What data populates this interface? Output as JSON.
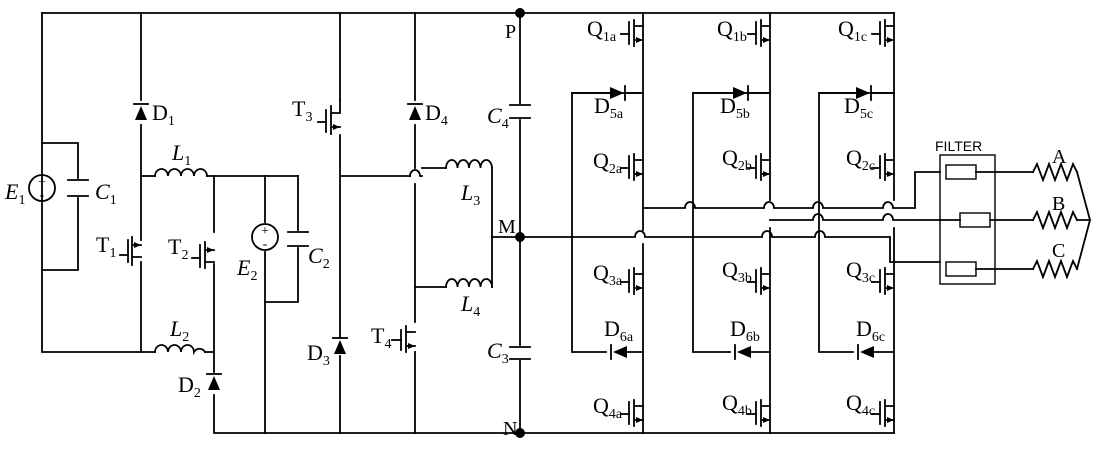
{
  "nodes": {
    "p": "P",
    "m": "M",
    "n": "N"
  },
  "sources": {
    "e1": {
      "main": "E",
      "sub": "1"
    },
    "e2": {
      "main": "E",
      "sub": "2"
    }
  },
  "capacitors": {
    "c1": {
      "main": "C",
      "sub": "1"
    },
    "c2": {
      "main": "C",
      "sub": "2"
    },
    "c3": {
      "main": "C",
      "sub": "3"
    },
    "c4": {
      "main": "C",
      "sub": "4"
    }
  },
  "inductors": {
    "l1": {
      "main": "L",
      "sub": "1"
    },
    "l2": {
      "main": "L",
      "sub": "2"
    },
    "l3": {
      "main": "L",
      "sub": "3"
    },
    "l4": {
      "main": "L",
      "sub": "4"
    }
  },
  "switches": {
    "t1": {
      "main": "T",
      "sub": "1"
    },
    "t2": {
      "main": "T",
      "sub": "2"
    },
    "t3": {
      "main": "T",
      "sub": "3"
    },
    "t4": {
      "main": "T",
      "sub": "4"
    }
  },
  "diodes": {
    "d1": {
      "main": "D",
      "sub": "1"
    },
    "d2": {
      "main": "D",
      "sub": "2"
    },
    "d3": {
      "main": "D",
      "sub": "3"
    },
    "d4": {
      "main": "D",
      "sub": "4"
    },
    "d5a": {
      "main": "D",
      "sub": "5a"
    },
    "d5b": {
      "main": "D",
      "sub": "5b"
    },
    "d5c": {
      "main": "D",
      "sub": "5c"
    },
    "d6a": {
      "main": "D",
      "sub": "6a"
    },
    "d6b": {
      "main": "D",
      "sub": "6b"
    },
    "d6c": {
      "main": "D",
      "sub": "6c"
    }
  },
  "transistors": {
    "q1a": {
      "main": "Q",
      "sub": "1a"
    },
    "q1b": {
      "main": "Q",
      "sub": "1b"
    },
    "q1c": {
      "main": "Q",
      "sub": "1c"
    },
    "q2a": {
      "main": "Q",
      "sub": "2a"
    },
    "q2b": {
      "main": "Q",
      "sub": "2b"
    },
    "q2c": {
      "main": "Q",
      "sub": "2c"
    },
    "q3a": {
      "main": "Q",
      "sub": "3a"
    },
    "q3b": {
      "main": "Q",
      "sub": "3b"
    },
    "q3c": {
      "main": "Q",
      "sub": "3c"
    },
    "q4a": {
      "main": "Q",
      "sub": "4a"
    },
    "q4b": {
      "main": "Q",
      "sub": "4b"
    },
    "q4c": {
      "main": "Q",
      "sub": "4c"
    }
  },
  "filter": {
    "label": "FILTER"
  },
  "loads": {
    "a": "A",
    "b": "B",
    "c": "C"
  }
}
